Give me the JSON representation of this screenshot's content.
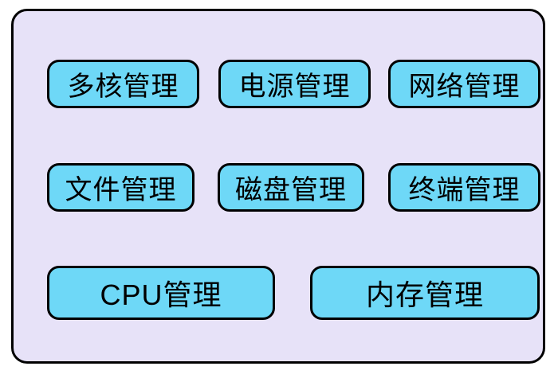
{
  "diagram": {
    "title": "operating-system-management-modules",
    "colors": {
      "page_background": "#ffffff",
      "container_fill": "#e7e2f8",
      "box_fill": "#6ed8f7",
      "border": "#000000",
      "text": "#000000"
    },
    "boxes": [
      {
        "id": "multicore-management",
        "label": "多核管理",
        "row": 1
      },
      {
        "id": "power-management",
        "label": "电源管理",
        "row": 1
      },
      {
        "id": "network-management",
        "label": "网络管理",
        "row": 1
      },
      {
        "id": "file-management",
        "label": "文件管理",
        "row": 2
      },
      {
        "id": "disk-management",
        "label": "磁盘管理",
        "row": 2
      },
      {
        "id": "terminal-management",
        "label": "终端管理",
        "row": 2
      },
      {
        "id": "cpu-management",
        "label": "CPU管理",
        "row": 3
      },
      {
        "id": "memory-management",
        "label": "内存管理",
        "row": 3
      }
    ]
  }
}
